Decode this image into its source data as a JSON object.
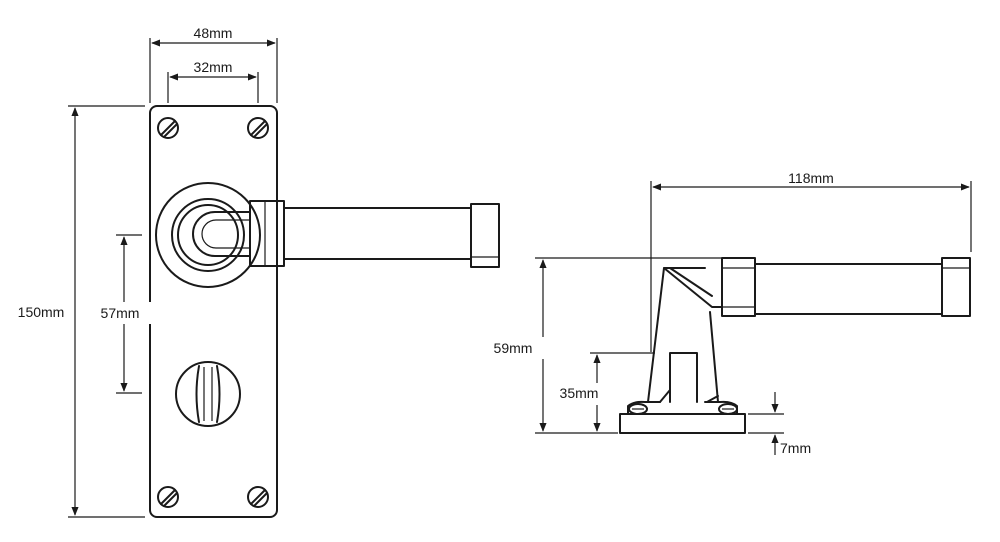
{
  "dimensions": {
    "plate_width": "48mm",
    "screw_spacing": "32mm",
    "plate_height": "150mm",
    "centre_distance": "57mm",
    "lever_length": "118mm",
    "lever_height": "59mm",
    "turn_height": "35mm",
    "rose_thickness": "7mm"
  },
  "colors": {
    "line": "#1a1a1a",
    "background": "#ffffff"
  }
}
